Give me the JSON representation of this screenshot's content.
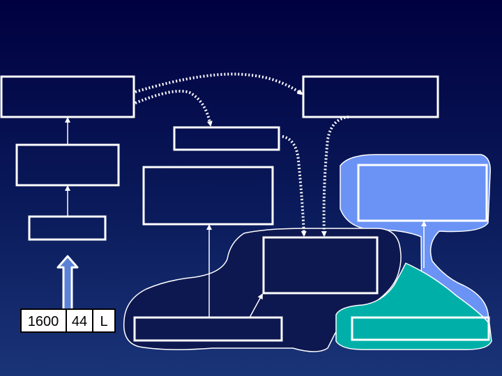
{
  "diagram": {
    "colors": {
      "background_top": "#000040",
      "background_bottom": "#1a3478",
      "box_border": "#ffffff",
      "blob_dark": "#0e1850",
      "blob_light_blue": "#6b93f5",
      "blob_teal": "#00b0a8",
      "arrow_fill": "#5b82d6",
      "cell_fill": "#ffffff",
      "cell_text": "#000000"
    },
    "record": {
      "cells": [
        {
          "text": "1600"
        },
        {
          "text": "44"
        },
        {
          "text": "L"
        }
      ]
    }
  }
}
